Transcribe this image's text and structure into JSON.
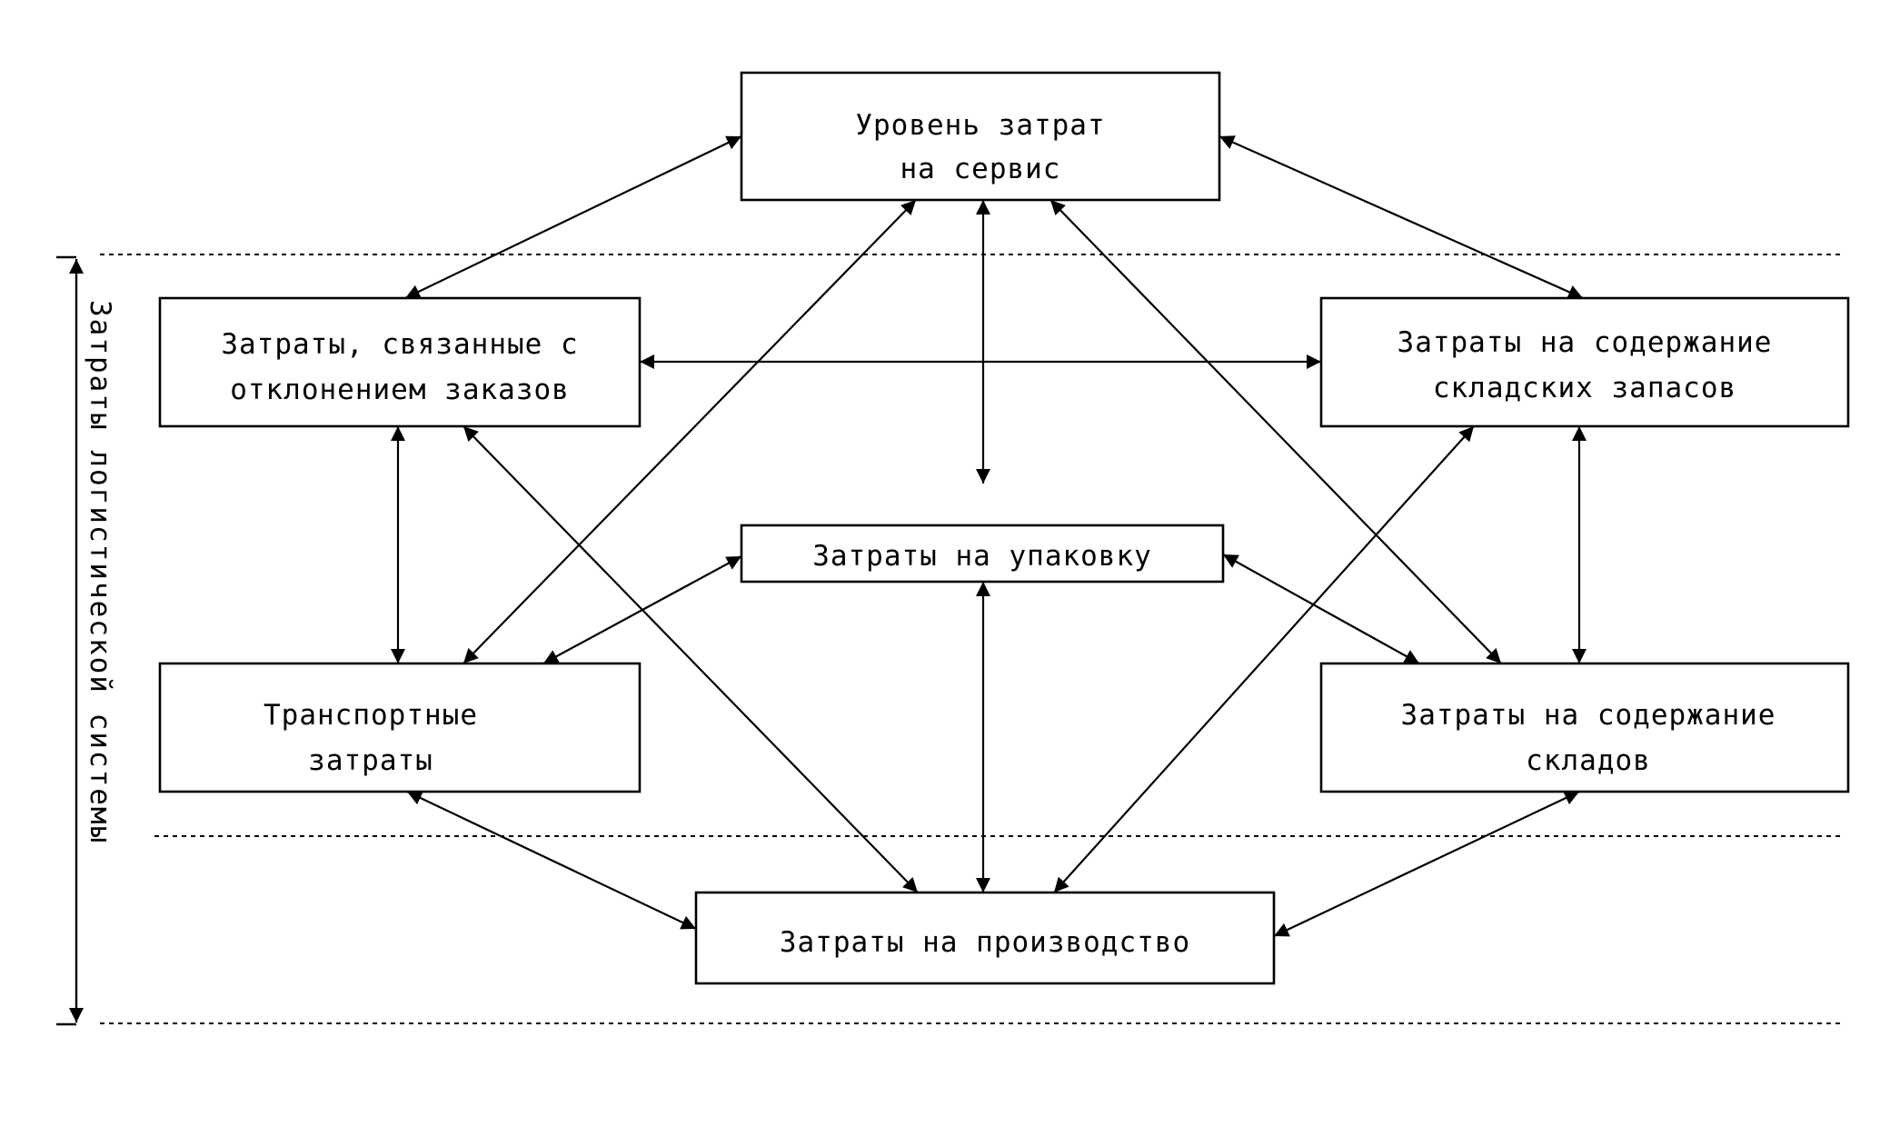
{
  "nodes": {
    "service": {
      "lines": [
        "Уровень затрат",
        "на сервис"
      ]
    },
    "order_deviation": {
      "lines": [
        "Затраты, связанные с",
        "отклонением заказов"
      ]
    },
    "inventory": {
      "lines": [
        "Затраты на содержание",
        "складских запасов"
      ]
    },
    "packaging": {
      "lines": [
        "Затраты на упаковку"
      ]
    },
    "transport": {
      "lines": [
        "Транспортные",
        "затраты"
      ]
    },
    "warehouses": {
      "lines": [
        "Затраты на содержание",
        "складов"
      ]
    },
    "production": {
      "lines": [
        "Затраты на производство"
      ]
    }
  },
  "side_label": "Затраты логистической системы",
  "edges": [
    {
      "from": "service",
      "to": "order_deviation",
      "direction": "both"
    },
    {
      "from": "service",
      "to": "inventory",
      "direction": "both"
    },
    {
      "from": "service",
      "to": "transport",
      "direction": "both"
    },
    {
      "from": "service",
      "to": "packaging",
      "direction": "both"
    },
    {
      "from": "service",
      "to": "warehouses",
      "direction": "both"
    },
    {
      "from": "order_deviation",
      "to": "inventory",
      "direction": "both"
    },
    {
      "from": "order_deviation",
      "to": "transport",
      "direction": "both"
    },
    {
      "from": "order_deviation",
      "to": "production",
      "direction": "both"
    },
    {
      "from": "inventory",
      "to": "warehouses",
      "direction": "both"
    },
    {
      "from": "inventory",
      "to": "production",
      "direction": "both"
    },
    {
      "from": "packaging",
      "to": "transport",
      "direction": "both"
    },
    {
      "from": "packaging",
      "to": "warehouses",
      "direction": "both"
    },
    {
      "from": "packaging",
      "to": "production",
      "direction": "both"
    },
    {
      "from": "transport",
      "to": "production",
      "direction": "both"
    },
    {
      "from": "warehouses",
      "to": "production",
      "direction": "both"
    }
  ],
  "colors": {
    "stroke": "#000000",
    "background": "#ffffff"
  }
}
